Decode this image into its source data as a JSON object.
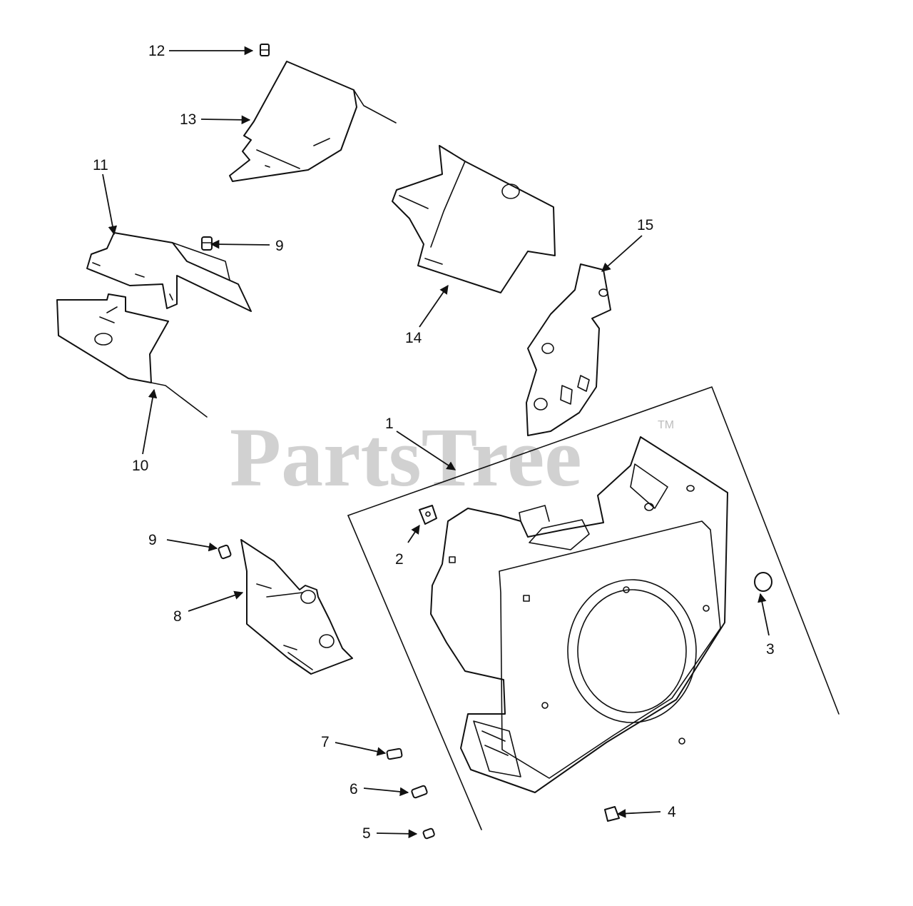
{
  "diagram": {
    "callouts": [
      "1",
      "2",
      "3",
      "4",
      "5",
      "6",
      "7",
      "8",
      "9",
      "9",
      "10",
      "11",
      "12",
      "13",
      "14",
      "15"
    ],
    "watermark": {
      "brand": "PartsTree",
      "trademark": "TM"
    }
  }
}
